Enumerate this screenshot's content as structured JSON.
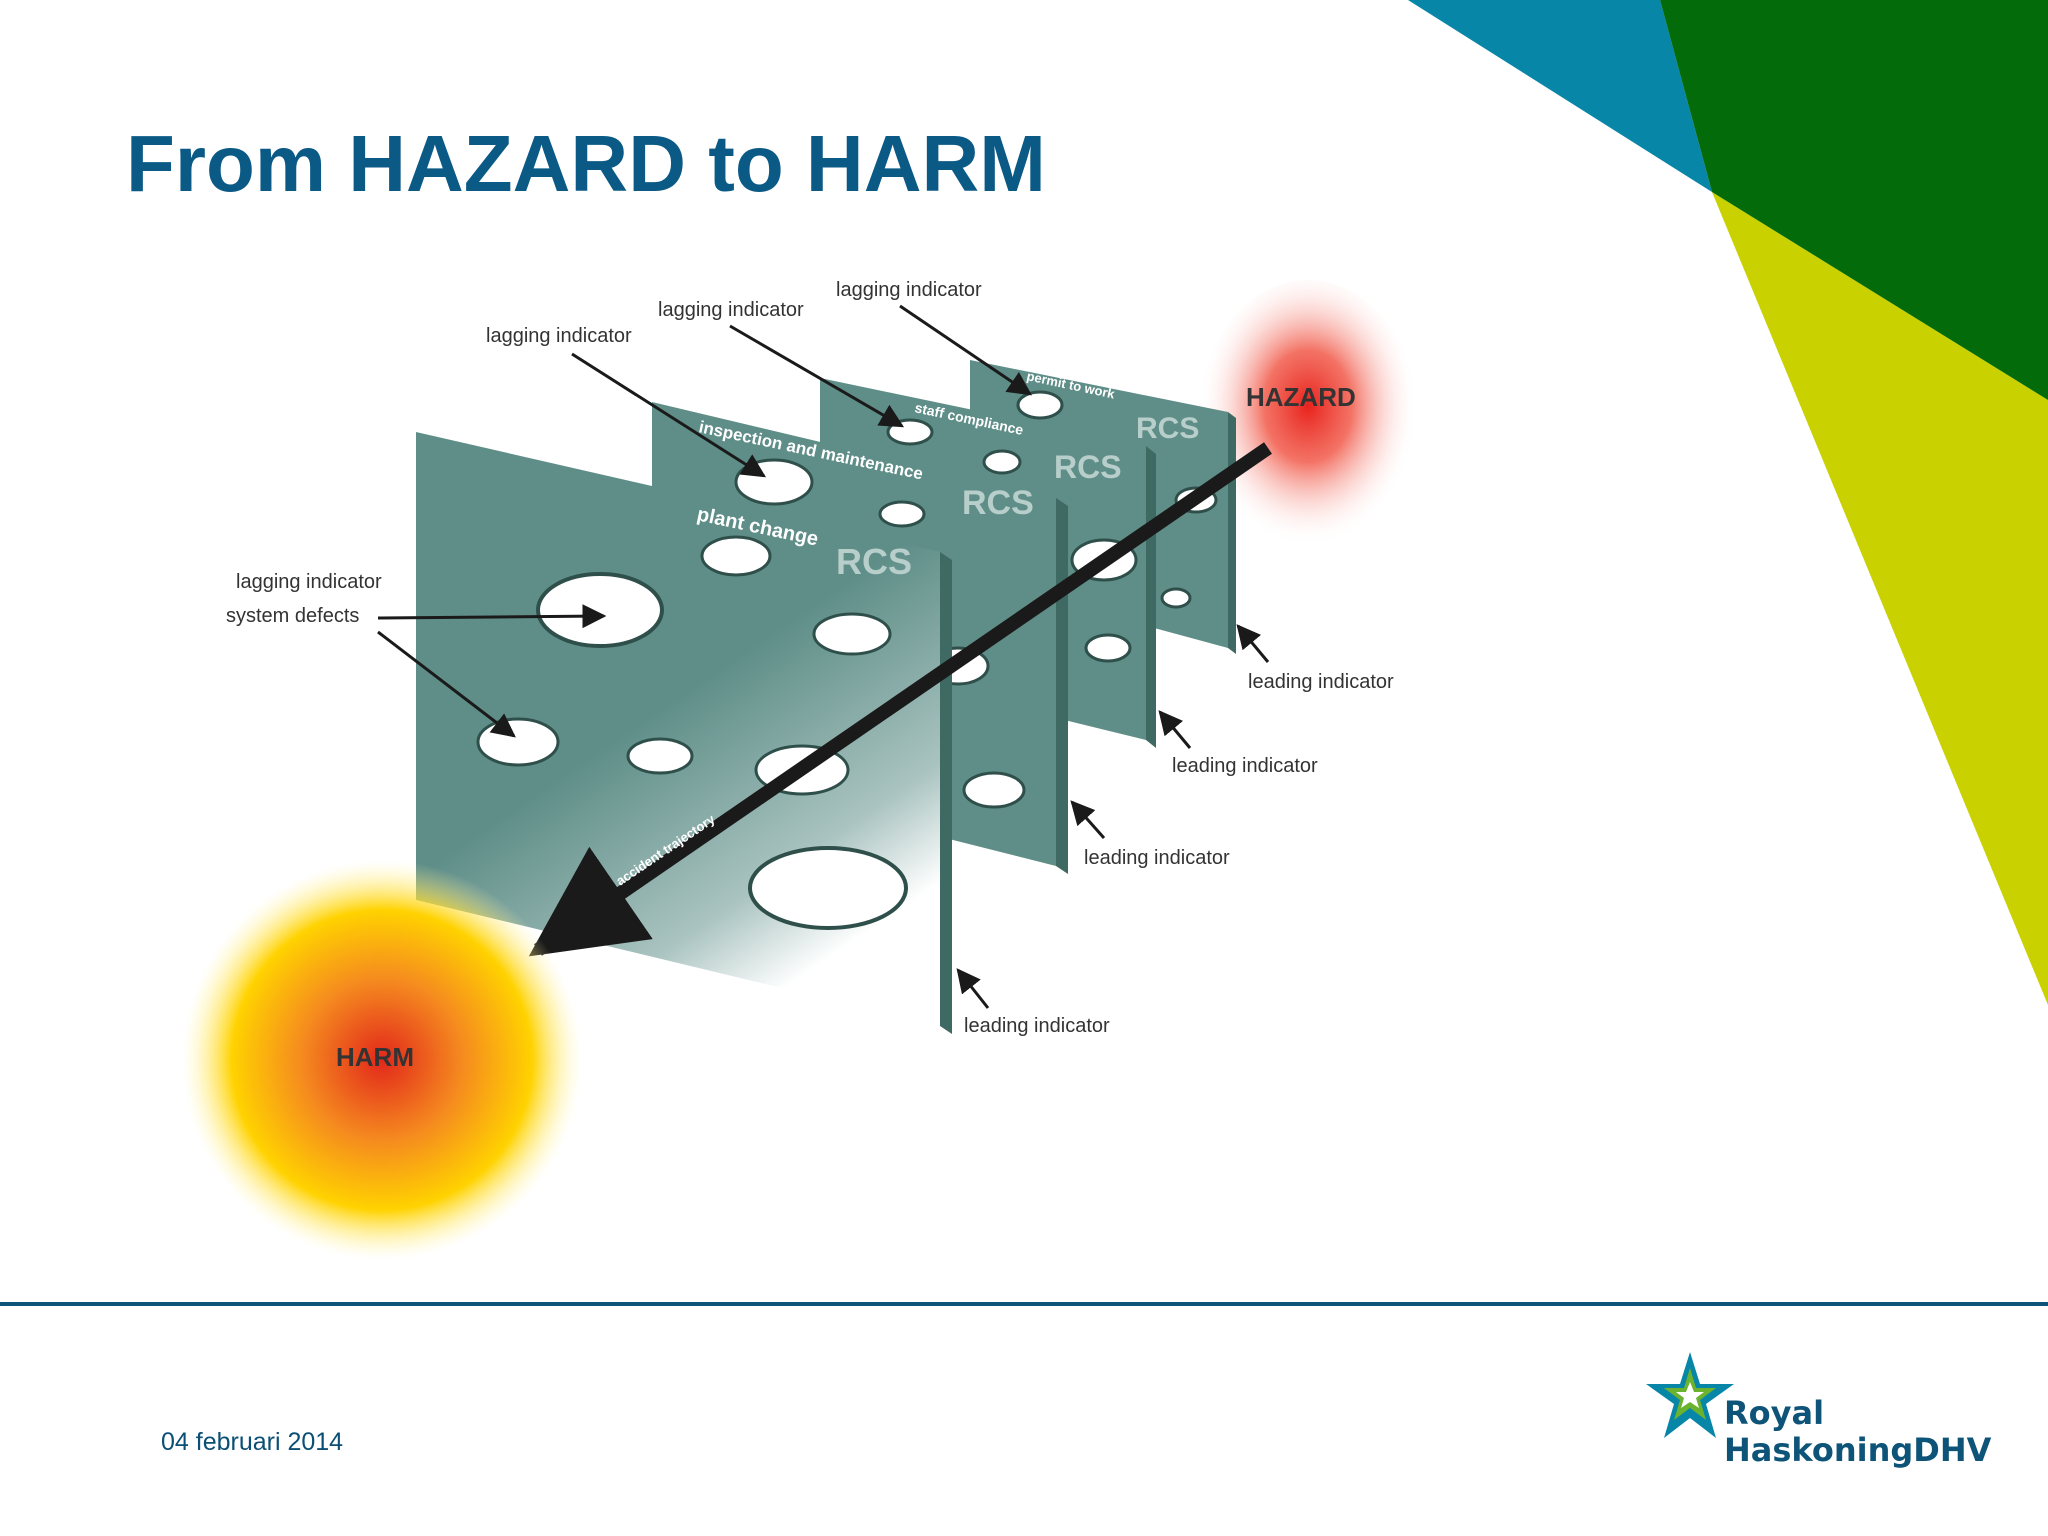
{
  "slide": {
    "title": "From HAZARD to HARM",
    "date": "04 februari 2014",
    "colors": {
      "title": "#0b5a86",
      "footer_rule": "#0e5478",
      "corner_blue": "#0786a8",
      "corner_dark_green": "#046b0a",
      "corner_lime": "#c9d200",
      "barrier": "#5f8e88"
    }
  },
  "diagram": {
    "hazard_label": "HAZARD",
    "harm_label": "HARM",
    "trajectory_label": "accident trajectory",
    "side_label": "lagging indicator",
    "side_label_2": "system defects",
    "barriers": [
      {
        "name": "plant change",
        "tag": "RCS",
        "lagging_label": "lagging indicator",
        "leading_label": "leading indicator"
      },
      {
        "name": "inspection and maintenance",
        "tag": "RCS",
        "lagging_label": "lagging indicator",
        "leading_label": "leading indicator"
      },
      {
        "name": "staff compliance",
        "tag": "RCS",
        "lagging_label": "lagging indicator",
        "leading_label": "leading indicator"
      },
      {
        "name": "permit to work",
        "tag": "RCS",
        "lagging_label": "lagging indicator",
        "leading_label": "leading indicator"
      }
    ]
  },
  "logo": {
    "line1": "Royal",
    "line2": "HaskoningDHV",
    "icon": "star-logo-icon"
  }
}
